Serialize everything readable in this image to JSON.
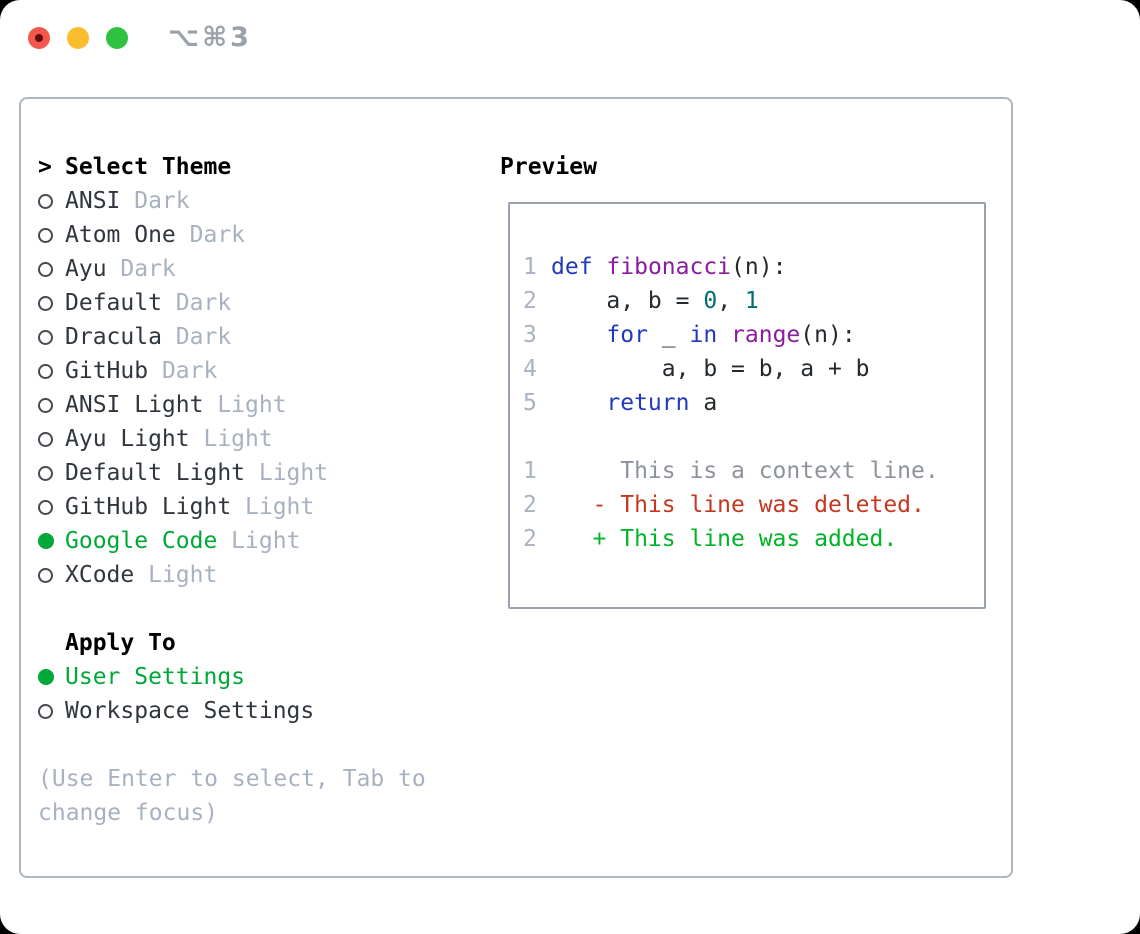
{
  "window": {
    "title": "⌥⌘3",
    "traffic_lights": [
      "close",
      "minimize",
      "zoom"
    ]
  },
  "colors": {
    "selection_green": "#00a838",
    "diff_added_green": "#00b426",
    "diff_deleted_red": "#c4381f",
    "keyword_blue": "#2139bd",
    "function_purple": "#8a1c9e",
    "literal_teal": "#006e6e",
    "muted_gray": "#a8b1bf",
    "panel_border": "#aeb6c0"
  },
  "theme_panel": {
    "heading_marker": ">",
    "heading": "Select Theme",
    "items": [
      {
        "label": "ANSI",
        "variant": "Dark",
        "selected": false
      },
      {
        "label": "Atom One",
        "variant": "Dark",
        "selected": false
      },
      {
        "label": "Ayu",
        "variant": "Dark",
        "selected": false
      },
      {
        "label": "Default",
        "variant": "Dark",
        "selected": false
      },
      {
        "label": "Dracula",
        "variant": "Dark",
        "selected": false
      },
      {
        "label": "GitHub",
        "variant": "Dark",
        "selected": false
      },
      {
        "label": "ANSI Light",
        "variant": "Light",
        "selected": false
      },
      {
        "label": "Ayu Light",
        "variant": "Light",
        "selected": false
      },
      {
        "label": "Default Light",
        "variant": "Light",
        "selected": false
      },
      {
        "label": "GitHub Light",
        "variant": "Light",
        "selected": false
      },
      {
        "label": "Google Code",
        "variant": "Light",
        "selected": true
      },
      {
        "label": "XCode",
        "variant": "Light",
        "selected": false
      }
    ],
    "apply_to": {
      "heading": "Apply To",
      "options": [
        {
          "label": "User Settings",
          "selected": true
        },
        {
          "label": "Workspace Settings",
          "selected": false
        }
      ]
    },
    "help_text": "(Use Enter to select, Tab to change focus)"
  },
  "preview": {
    "heading": "Preview",
    "code_lines": [
      {
        "num": "1",
        "tokens": [
          {
            "t": "def",
            "c": "kw"
          },
          {
            "t": " ",
            "c": "pl"
          },
          {
            "t": "fibonacci",
            "c": "fn"
          },
          {
            "t": "(n):",
            "c": "pl"
          }
        ]
      },
      {
        "num": "2",
        "tokens": [
          {
            "t": "    a, b = ",
            "c": "pl"
          },
          {
            "t": "0",
            "c": "lit"
          },
          {
            "t": ", ",
            "c": "pl"
          },
          {
            "t": "1",
            "c": "lit"
          }
        ]
      },
      {
        "num": "3",
        "tokens": [
          {
            "t": "    ",
            "c": "pl"
          },
          {
            "t": "for",
            "c": "kw"
          },
          {
            "t": " _ ",
            "c": "pl"
          },
          {
            "t": "in",
            "c": "kw"
          },
          {
            "t": " ",
            "c": "pl"
          },
          {
            "t": "range",
            "c": "fn"
          },
          {
            "t": "(n):",
            "c": "pl"
          }
        ]
      },
      {
        "num": "4",
        "tokens": [
          {
            "t": "        a, b = b, a + b",
            "c": "pl"
          }
        ]
      },
      {
        "num": "5",
        "tokens": [
          {
            "t": "    ",
            "c": "pl"
          },
          {
            "t": "return",
            "c": "kw"
          },
          {
            "t": " a",
            "c": "pl"
          }
        ]
      },
      {
        "num": "",
        "tokens": []
      },
      {
        "num": "1",
        "tokens": [
          {
            "t": "     This is a context line.",
            "c": "ctx"
          }
        ]
      },
      {
        "num": "2",
        "tokens": [
          {
            "t": "   - This line was deleted.",
            "c": "del"
          }
        ]
      },
      {
        "num": "2",
        "tokens": [
          {
            "t": "   + This line was added.",
            "c": "add"
          }
        ]
      }
    ]
  }
}
